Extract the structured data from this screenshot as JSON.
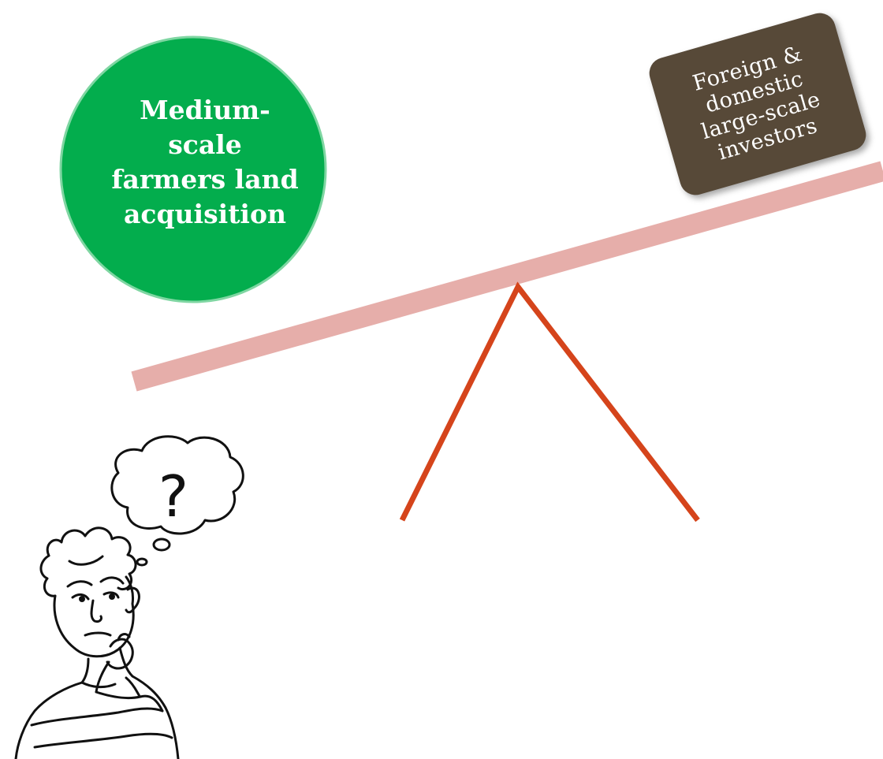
{
  "left_circle": {
    "lines": [
      "Medium-",
      "scale",
      "farmers land",
      "acquisition"
    ],
    "color": "#03ad4d"
  },
  "right_box": {
    "lines": [
      "Foreign &",
      "domestic",
      "large-scale",
      "investors"
    ],
    "color": "#574938"
  },
  "seesaw": {
    "beam_color": "#e6aeaa",
    "fulcrum_color": "#d5441b"
  },
  "figure": {
    "thought_bubble_text": "?"
  }
}
